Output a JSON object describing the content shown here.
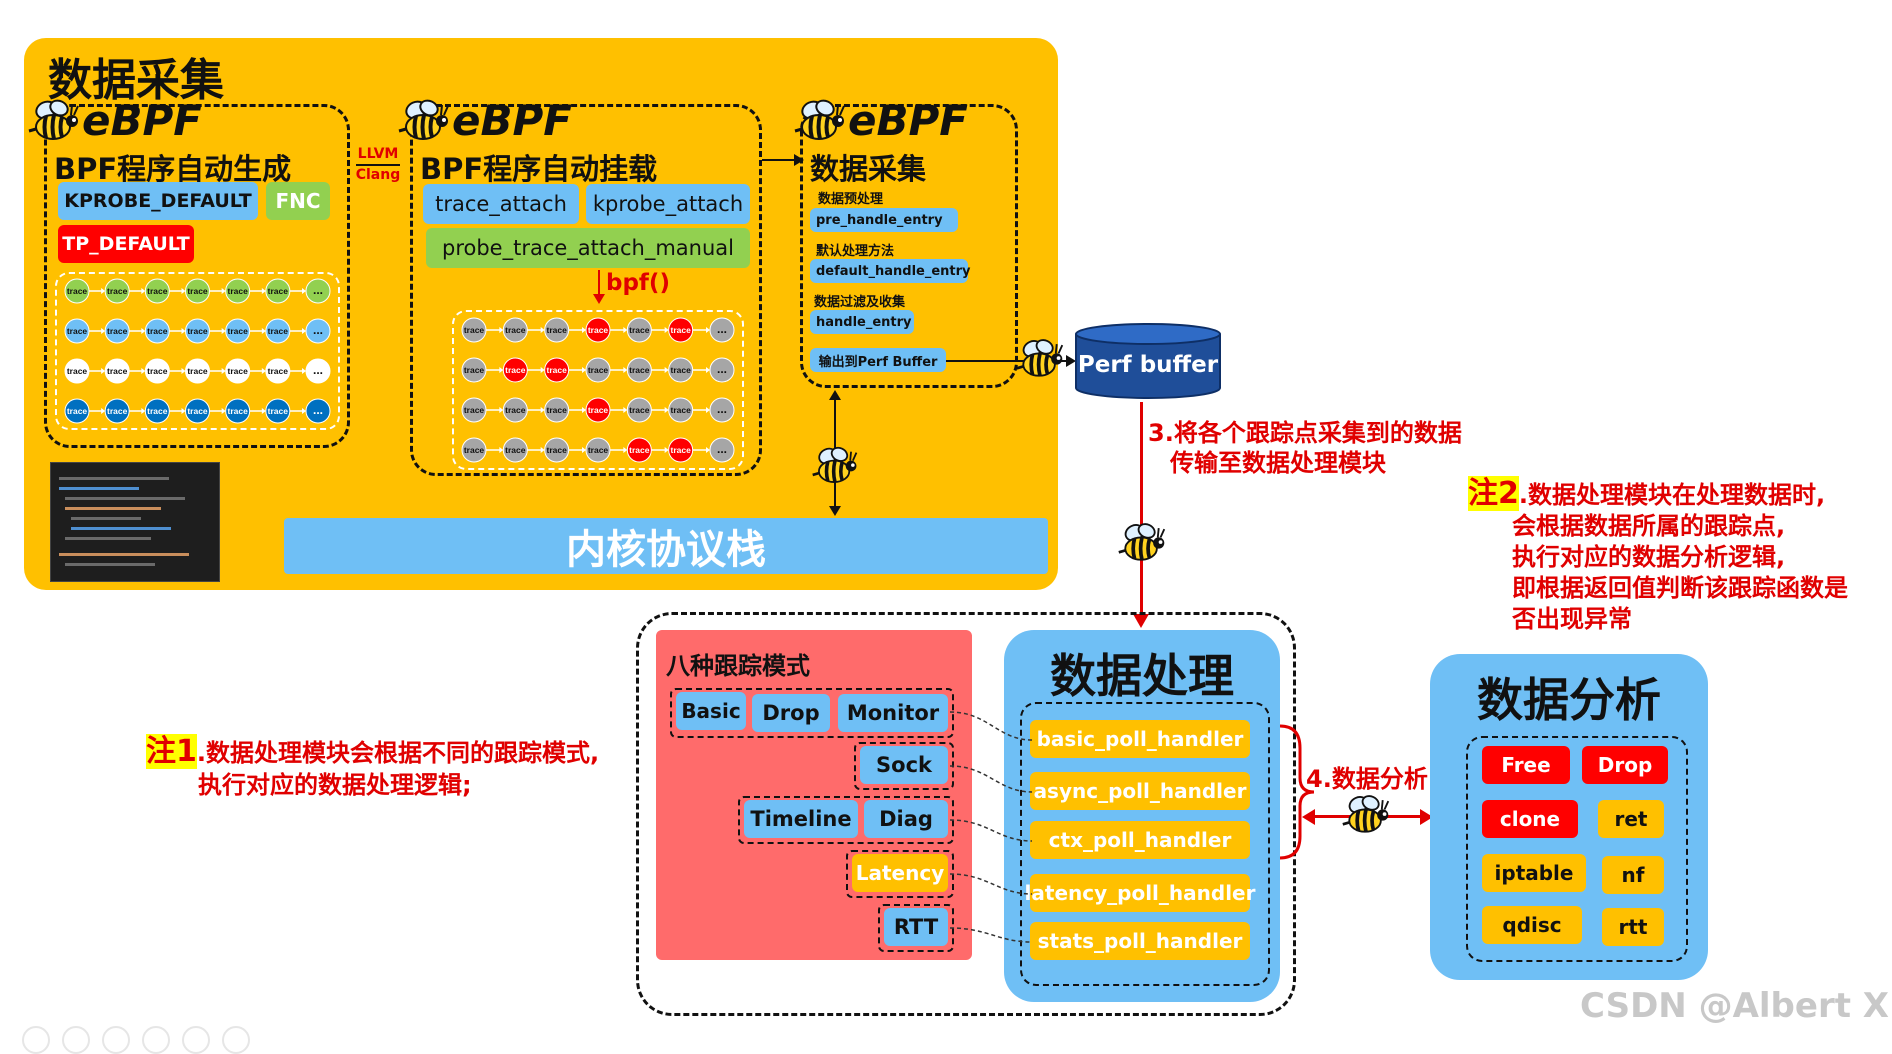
{
  "collect": {
    "title": "数据采集",
    "gen": {
      "logo": "eBPF",
      "title": "BPF程序自动生成",
      "chips": [
        "KPROBE_DEFAULT",
        "FNC",
        "TP_DEFAULT"
      ]
    },
    "llvm": "LLVM",
    "clang": "Clang",
    "attach": {
      "logo": "eBPF",
      "title": "BPF程序自动挂载",
      "chips": [
        "trace_attach",
        "kprobe_attach",
        "probe_trace_attach_manual"
      ],
      "bpf": "bpf()"
    },
    "data": {
      "logo": "eBPF",
      "title": "数据采集",
      "items": [
        {
          "label": "数据预处理",
          "chip": "pre_handle_entry"
        },
        {
          "label": "默认处理方法",
          "chip": "default_handle_entry"
        },
        {
          "label": "数据过滤及收集",
          "chip": "handle_entry"
        }
      ],
      "output": "输出到Perf Buffer"
    },
    "kernel": "内核协议栈",
    "node_label": "trace",
    "node_more": "..."
  },
  "grids": {
    "gen": [
      [
        "#92D050",
        "#92D050",
        "#92D050",
        "#92D050",
        "#92D050",
        "#92D050",
        "#92D050"
      ],
      [
        "#6FBFF5",
        "#6FBFF5",
        "#6FBFF5",
        "#6FBFF5",
        "#6FBFF5",
        "#6FBFF5",
        "#6FBFF5"
      ],
      [
        "#FFFFFF",
        "#FFFFFF",
        "#FFFFFF",
        "#FFFFFF",
        "#FFFFFF",
        "#FFFFFF",
        "#FFFFFF"
      ],
      [
        "#0070C0",
        "#0070C0",
        "#0070C0",
        "#0070C0",
        "#0070C0",
        "#0070C0",
        "#0070C0"
      ]
    ],
    "attach": [
      [
        "#A6A6A6",
        "#A6A6A6",
        "#A6A6A6",
        "#FF0000",
        "#A6A6A6",
        "#FF0000",
        "#A6A6A6"
      ],
      [
        "#A6A6A6",
        "#FF0000",
        "#FF0000",
        "#A6A6A6",
        "#A6A6A6",
        "#A6A6A6",
        "#A6A6A6"
      ],
      [
        "#A6A6A6",
        "#A6A6A6",
        "#A6A6A6",
        "#FF0000",
        "#A6A6A6",
        "#A6A6A6",
        "#A6A6A6"
      ],
      [
        "#A6A6A6",
        "#A6A6A6",
        "#A6A6A6",
        "#A6A6A6",
        "#FF0000",
        "#FF0000",
        "#A6A6A6"
      ]
    ]
  },
  "perf_buffer": "Perf buffer",
  "step3": {
    "line1": "3.将各个跟踪点采集到的数据",
    "line2": "传输至数据处理模块"
  },
  "note2": {
    "tag": "注2",
    "line1": ".数据处理模块在处理数据时,",
    "line2": "会根据数据所属的跟踪点,",
    "line3": "执行对应的数据分析逻辑,",
    "line4": "即根据返回值判断该跟踪函数是",
    "line5": "否出现异常"
  },
  "modes": {
    "title": "八种跟踪模式",
    "items": [
      "Basic",
      "Drop",
      "Monitor",
      "Sock",
      "Timeline",
      "Diag",
      "Latency",
      "RTT"
    ]
  },
  "note1": {
    "tag": "注1",
    "line1": ".数据处理模块会根据不同的跟踪模式,",
    "line2": "执行对应的数据处理逻辑;"
  },
  "process": {
    "title": "数据处理",
    "handlers": [
      "basic_poll_handler",
      "async_poll_handler",
      "ctx_poll_handler",
      "latency_poll_handler",
      "stats_poll_handler"
    ]
  },
  "step4": "4.数据分析",
  "analysis": {
    "title": "数据分析",
    "items": [
      "Free",
      "Drop",
      "clone",
      "ret",
      "iptable",
      "nf",
      "qdisc",
      "rtt"
    ]
  },
  "watermark": "CSDN @Albert XUU",
  "colors": {
    "panel": "#FFC000",
    "blue": "#6FBFF5",
    "red": "#FF0000",
    "mode_panel": "#FF6B6B",
    "note": "#E00000",
    "highlight": "#FFFF00"
  }
}
